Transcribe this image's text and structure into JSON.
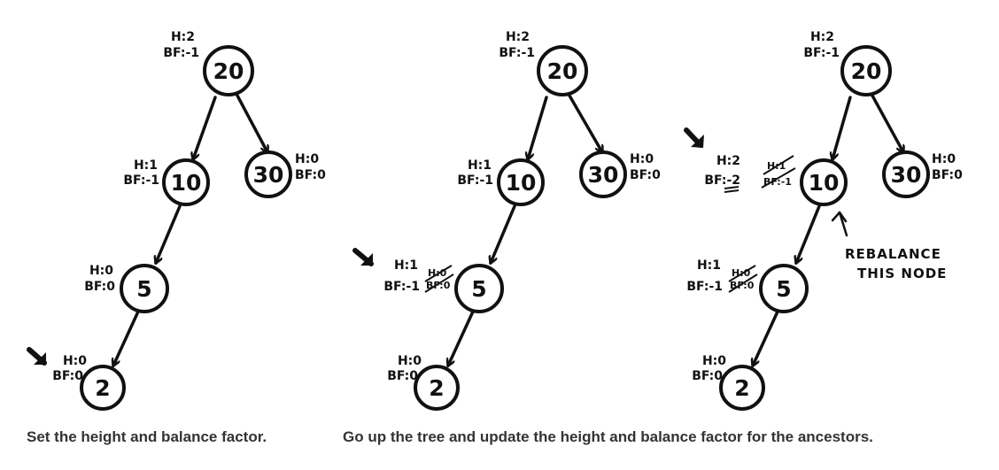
{
  "panels": [
    {
      "nodes": {
        "n20": {
          "label": "20",
          "h": "H:2",
          "bf": "BF:-1"
        },
        "n10": {
          "label": "10",
          "h": "H:1",
          "bf": "BF:-1"
        },
        "n30": {
          "label": "30",
          "h": "H:0",
          "bf": "BF:0"
        },
        "n5": {
          "label": "5",
          "h": "H:0",
          "bf": "BF:0"
        },
        "n2": {
          "label": "2",
          "h": "H:0",
          "bf": "BF:0"
        }
      }
    },
    {
      "nodes": {
        "n20": {
          "label": "20",
          "h": "H:2",
          "bf": "BF:-1"
        },
        "n10": {
          "label": "10",
          "h": "H:1",
          "bf": "BF:-1"
        },
        "n30": {
          "label": "30",
          "h": "H:0",
          "bf": "BF:0"
        },
        "n5": {
          "label": "5",
          "h": "H:1",
          "bf": "BF:-1",
          "old_h": "H:0",
          "old_bf": "BF:0"
        },
        "n2": {
          "label": "2",
          "h": "H:0",
          "bf": "BF:0"
        }
      }
    },
    {
      "nodes": {
        "n20": {
          "label": "20",
          "h": "H:2",
          "bf": "BF:-1"
        },
        "n10": {
          "label": "10",
          "h": "H:2",
          "bf": "BF:-2",
          "old_h": "H:1",
          "old_bf": "BF:-1"
        },
        "n30": {
          "label": "30",
          "h": "H:0",
          "bf": "BF:0"
        },
        "n5": {
          "label": "5",
          "h": "H:1",
          "bf": "BF:-1",
          "old_h": "H:0",
          "old_bf": "BF:0"
        },
        "n2": {
          "label": "2",
          "h": "H:0",
          "bf": "BF:0"
        }
      },
      "note": [
        "REBALANCE",
        "THIS NODE"
      ]
    }
  ],
  "captions": {
    "left": "Set the height and balance factor.",
    "right": "Go up the tree and update the height and balance factor for the ancestors."
  }
}
